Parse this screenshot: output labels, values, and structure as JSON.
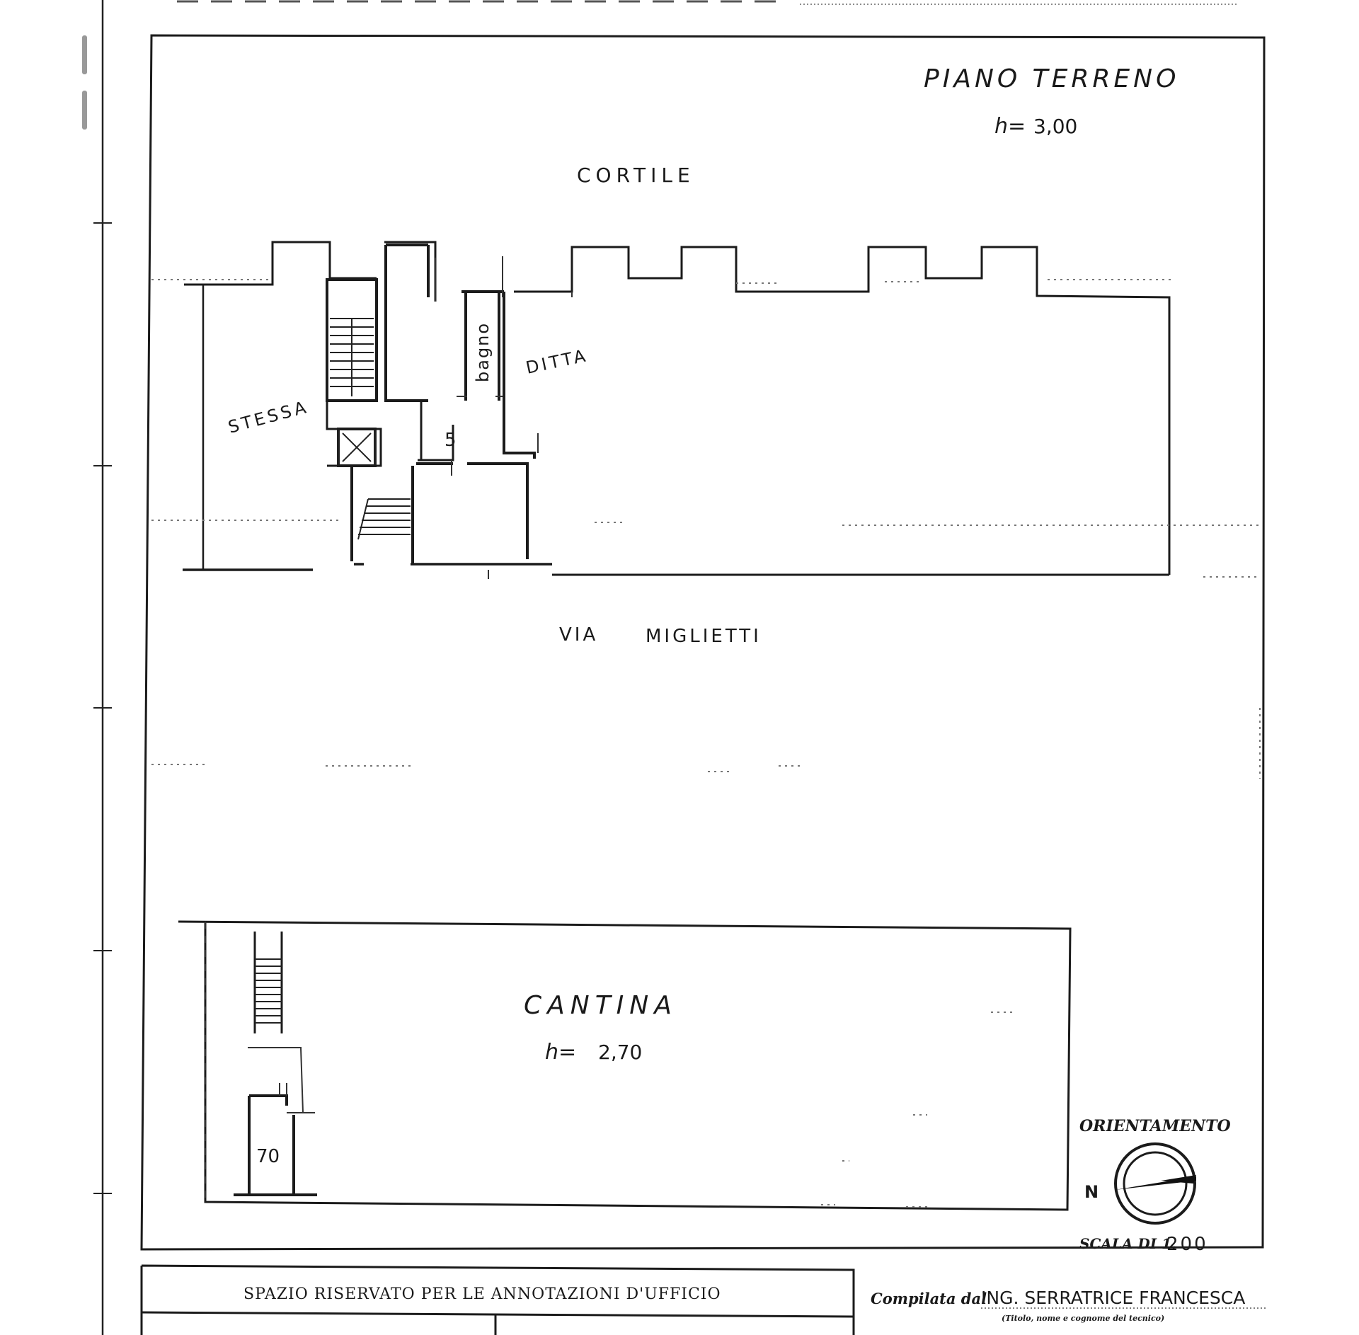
{
  "plan": {
    "floor_title": "PIANO TERRENO",
    "floor_height_label": "h=",
    "floor_height_value": "3,00",
    "courtyard_label": "CORTILE",
    "neighbor_label_left": "STESSA",
    "neighbor_label_right": "DITTA",
    "bathroom_label": "bagno",
    "unit_number": "5",
    "street_label_a": "VIA",
    "street_label_b": "MIGLIETTI"
  },
  "cellar": {
    "title": "CANTINA",
    "height_label": "h=",
    "height_value": "2,70",
    "unit_number": "70"
  },
  "legend": {
    "orientation_label": "ORIENTAMENTO",
    "north_label": "N",
    "scale_label": "SCALA DI 1.",
    "scale_value": "200"
  },
  "footer": {
    "office_box_title": "SPAZIO RISERVATO PER LE ANNOTAZIONI D'UFFICIO",
    "compiled_prefix": "Compilata dal",
    "compiled_name": "ING. SERRATRICE  FRANCESCA",
    "compiled_caption": "(Titolo, nome e cognome del tecnico)"
  }
}
